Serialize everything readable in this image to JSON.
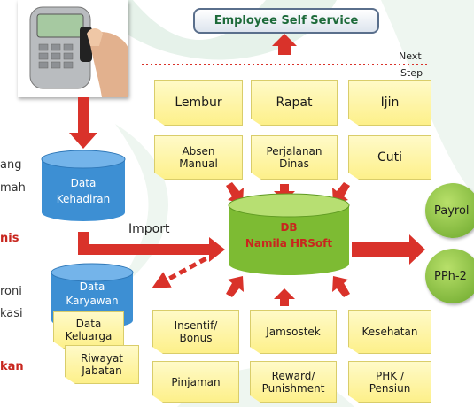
{
  "header": {
    "title": "Employee Self Service"
  },
  "divider": {
    "next_label": "Next",
    "step_label": "Step"
  },
  "storage": {
    "kehadiran": "Data\nKehadiran",
    "karyawan": "Data\nKaryawan",
    "keluarga": "Data\nKeluarga",
    "riwayat": "Riwayat\nJabatan"
  },
  "db": {
    "line1": "DB",
    "line2": "Namila HRSoft"
  },
  "import_label": "Import",
  "top_notes": {
    "lembur": "Lembur",
    "rapat": "Rapat",
    "ijin": "Ijin",
    "absen_manual": "Absen\nManual",
    "perjalanan_dinas": "Perjalanan\nDinas",
    "cuti": "Cuti"
  },
  "bottom_notes": {
    "insentif_bonus": "Insentif/\nBonus",
    "jamsostek": "Jamsostek",
    "kesehatan": "Kesehatan",
    "pinjaman": "Pinjaman",
    "reward_punishment": "Reward/\nPunishment",
    "phk_pensiun": "PHK /\nPensiun"
  },
  "outputs": {
    "payroll": "Payrol",
    "pph": "PPh-2"
  },
  "side_text": {
    "t1": "ang",
    "t2": "mah",
    "t3": "nis",
    "t4": "roni",
    "t5": "kasi",
    "t6": "kan"
  },
  "colors": {
    "arrow": "#d9322a",
    "cylinder": "#3d8fd3",
    "db": "#7dbb33",
    "note": "#fdf08a",
    "header_text": "#1d6a3a"
  }
}
